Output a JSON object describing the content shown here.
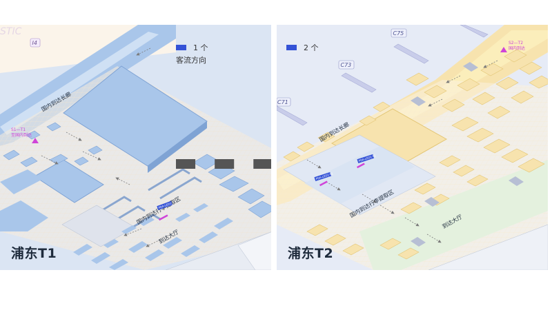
{
  "colors": {
    "t1_room": "#a9c6ea",
    "t1_room_edge": "#7fa3d4",
    "t1_floor": "#f6ecdf",
    "t1_base": "#dbe5f3",
    "t2_room": "#f7e3ae",
    "t2_room_edge": "#e3c676",
    "t2_floor": "#fbf3df",
    "t2_base": "#e6ebf6",
    "marker": "#3452d6",
    "poi": "#cf44d8",
    "green": "#e4f1de"
  },
  "legend_t1": {
    "count_label": "1 个",
    "flow_label": "客流方向"
  },
  "legend_t2": {
    "count_label": "2 个"
  },
  "t1": {
    "title": "浦东T1",
    "gate": "I4",
    "corridor": "国内到达长廊",
    "baggage": "国内到达行李提取区",
    "hall": "到达大厅",
    "marker": "PDA-LED1",
    "poi_code": "S1—T1",
    "poi_label": "至国内到达",
    "stamp": "STIC"
  },
  "t2": {
    "title": "浦东T2",
    "gates": [
      "C75",
      "C73",
      "C71"
    ],
    "corridor": "国内到达长廊",
    "baggage": "国内到达行李提取区",
    "hall": "到达大厅",
    "markers": [
      "PDA-LED1-T2",
      "PDA-LED2-T2"
    ],
    "poi_code": "S2—T2",
    "poi_label": "国内到达"
  }
}
